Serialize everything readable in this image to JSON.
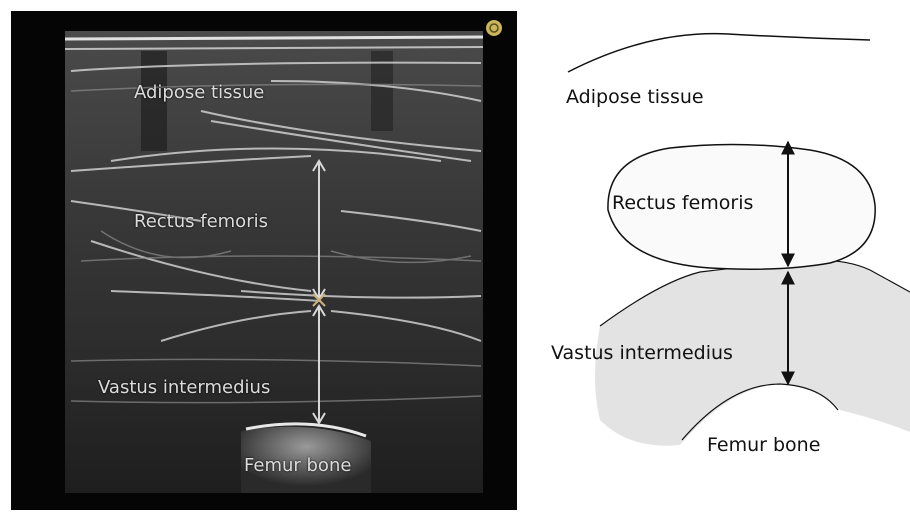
{
  "ultrasound": {
    "labels": {
      "adipose": "Adipose tissue",
      "rectus": "Rectus femoris",
      "vastus": "Vastus intermedius",
      "femur": "Femur bone"
    },
    "corner_icon": "settings-badge-icon",
    "measure_color": "#d8d8d8",
    "marker_color": "#c9b27a"
  },
  "diagram": {
    "labels": {
      "adipose": "Adipose tissue",
      "rectus": "Rectus femoris",
      "vastus": "Vastus intermedius",
      "femur": "Femur bone"
    },
    "rectus_fill": "#fafafa",
    "vastus_fill": "#e3e3e3"
  }
}
